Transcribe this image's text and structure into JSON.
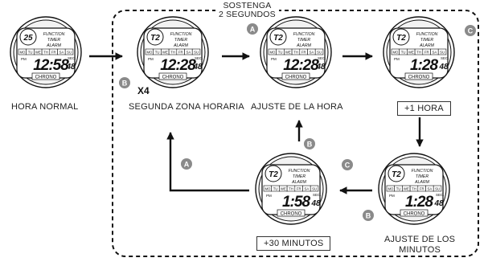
{
  "header": {
    "line1": "SOSTENGA",
    "line2": "2 SEGUNDOS"
  },
  "watch": {
    "function": "FUNCTION",
    "timer": "TIMER",
    "alarm": "ALARM",
    "chrono": "CHRONO",
    "sec": "SEC.",
    "pm": "PM",
    "days": [
      "MO",
      "TU",
      "WE",
      "TH",
      "FR",
      "SA",
      "SU"
    ]
  },
  "watches": [
    {
      "id": "hora-normal",
      "top": "25",
      "time": "12:58",
      "secs": "48"
    },
    {
      "id": "segunda-zona",
      "top": "T2",
      "time": "12:28",
      "secs": "48"
    },
    {
      "id": "ajuste-hora",
      "top": "T2",
      "time": "12:28",
      "secs": "48"
    },
    {
      "id": "mas-una-hora",
      "top": "T2",
      "time": "1:28",
      "secs": "48"
    },
    {
      "id": "mas-treinta",
      "top": "T2",
      "time": "1:58",
      "secs": "48"
    },
    {
      "id": "ajuste-minutos",
      "top": "T2",
      "time": "1:28",
      "secs": "48"
    }
  ],
  "labels": {
    "hora_normal": "HORA NORMAL",
    "segunda_zona": "SEGUNDA ZONA HORARIA",
    "ajuste_hora": "AJUSTE DE LA HORA",
    "mas_una_hora": "+1 HORA",
    "mas_treinta": "+30 MINUTOS",
    "ajuste_minutos_1": "AJUSTE DE LOS",
    "ajuste_minutos_2": "MINUTOS",
    "x4": "X4"
  },
  "buttons": {
    "a": "A",
    "b": "B",
    "c": "C"
  }
}
